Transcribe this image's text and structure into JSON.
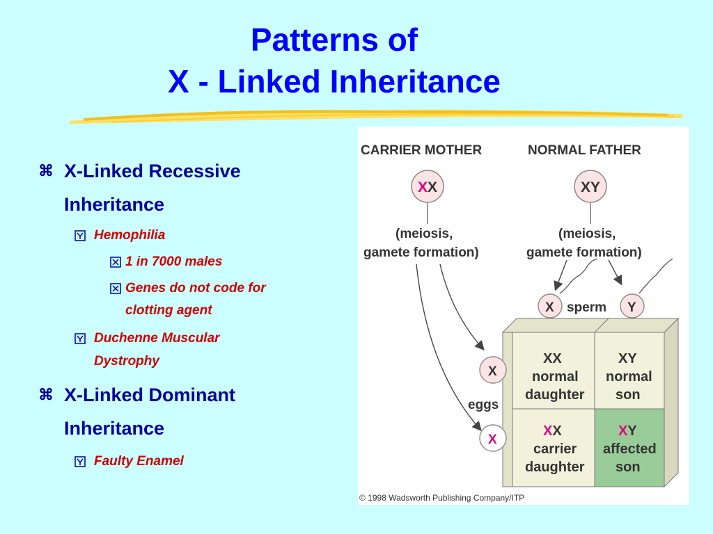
{
  "title": {
    "line1": "Patterns of",
    "line2": "X - Linked Inheritance"
  },
  "bullets": {
    "recessive": {
      "line1": "X-Linked Recessive",
      "line2": "Inheritance",
      "hemophilia": "Hemophilia",
      "stat": "1 in 7000 males",
      "genes_line1": "Genes do not code for",
      "genes_line2": "clotting agent",
      "duchenne_line1": "Duchenne Muscular",
      "duchenne_line2": "Dystrophy"
    },
    "dominant": {
      "line1": "X-Linked Dominant",
      "line2": "Inheritance",
      "enamel": "Faulty Enamel"
    }
  },
  "figure": {
    "mother_label": "CARRIER MOTHER",
    "father_label": "NORMAL FATHER",
    "mother_genotype_x1": "X",
    "mother_genotype_x2": "X",
    "father_genotype": "XY",
    "meiosis_line1": "(meiosis,",
    "meiosis_line2": "gamete formation)",
    "sperm_x": "X",
    "sperm_label": "sperm",
    "sperm_y": "Y",
    "eggs_label": "eggs",
    "egg_normal": "X",
    "egg_mutant": "X",
    "cells": {
      "xx_normal": {
        "genotype": "XX",
        "line1": "normal",
        "line2": "daughter"
      },
      "xy_normal": {
        "genotype": "XY",
        "line1": "normal",
        "line2": "son"
      },
      "xx_carrier": {
        "x_mut": "X",
        "x_norm": "X",
        "line1": "carrier",
        "line2": "daughter"
      },
      "xy_affected": {
        "x_mut": "X",
        "y": "Y",
        "line1": "affected",
        "line2": "son"
      }
    },
    "copyright": "© 1998 Wadsworth Publishing Company/ITP"
  },
  "colors": {
    "background": "#ccffff",
    "title": "#0000ff",
    "bullet_main": "#000099",
    "bullet_sub": "#cc0000",
    "mutant_x": "#e0007f",
    "affected_cell": "#99cc99",
    "cell": "#f0f0d8"
  }
}
